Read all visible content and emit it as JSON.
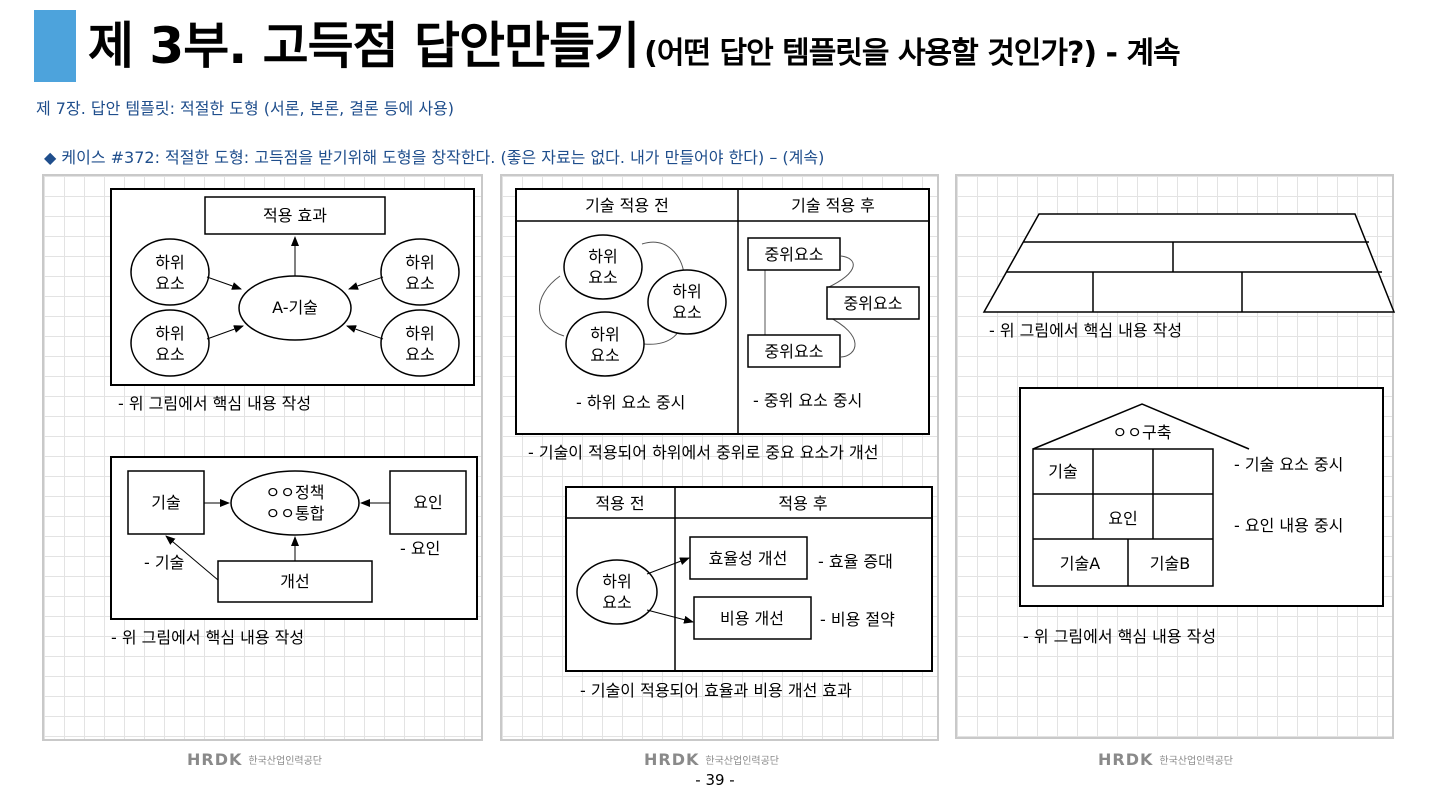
{
  "header": {
    "title_main": "제 3부. 고득점 답안만들기",
    "title_sub": "(어떤 답안 템플릿을 사용할 것인가?) - 계속",
    "accent_color": "#4da3dc"
  },
  "chapter": "제 7장. 답안 템플릿: 적절한 도형 (서론, 본론, 결론 등에 사용)",
  "case_line": "◆ 케이스 #372:  적절한 도형: 고득점을 받기위해 도형을 창작한다. (좋은 자료는 없다. 내가 만들어야 한다) – (계속)",
  "panel1": {
    "d1": {
      "effect": "적용 효과",
      "center": "A-기술",
      "nodes": [
        [
          "하위",
          "요소"
        ],
        [
          "하위",
          "요소"
        ],
        [
          "하위",
          "요소"
        ],
        [
          "하위",
          "요소"
        ]
      ],
      "caption": "- 위 그림에서 핵심 내용 작성"
    },
    "d2": {
      "tech": "기술",
      "policy": [
        "ㅇㅇ정책",
        "ㅇㅇ통합"
      ],
      "factor": "요인",
      "factor_note": "- 요인",
      "tech_note": "- 기술",
      "improve": "개선",
      "caption": "- 위 그림에서 핵심 내용 작성"
    }
  },
  "panel2": {
    "d1": {
      "before_header": "기술 적용 전",
      "after_header": "기술 적용 후",
      "sub_nodes": [
        [
          "하위",
          "요소"
        ],
        [
          "하위",
          "요소"
        ],
        [
          "하위",
          "요소"
        ]
      ],
      "mid_nodes": [
        "중위요소",
        "중위요소",
        "중위요소"
      ],
      "left_note": "- 하위 요소 중시",
      "right_note": "- 중위 요소 중시",
      "caption": "- 기술이 적용되어 하위에서 중위로 중요 요소가 개선"
    },
    "d2": {
      "before_header": "적용 전",
      "after_header": "적용 후",
      "node": [
        "하위",
        "요소"
      ],
      "box1": "효율성 개선",
      "box2": "비용 개선",
      "note1": "- 효율 증대",
      "note2": "- 비용 절약",
      "caption": "- 기술이 적용되어 효율과 비용 개선 효과"
    }
  },
  "panel3": {
    "d1": {
      "caption": "- 위 그림에서 핵심 내용 작성"
    },
    "d2": {
      "roof": "ㅇㅇ구축",
      "tech": "기술",
      "factor": "요인",
      "techA": "기술A",
      "techB": "기술B",
      "note1": "- 기술 요소 중시",
      "note2": "- 요인 내용 중시",
      "caption": "- 위 그림에서 핵심 내용 작성"
    }
  },
  "footer": {
    "logo_word": "HRDK",
    "logo_org": "한국산업인력공단",
    "page": "- 39 -"
  }
}
